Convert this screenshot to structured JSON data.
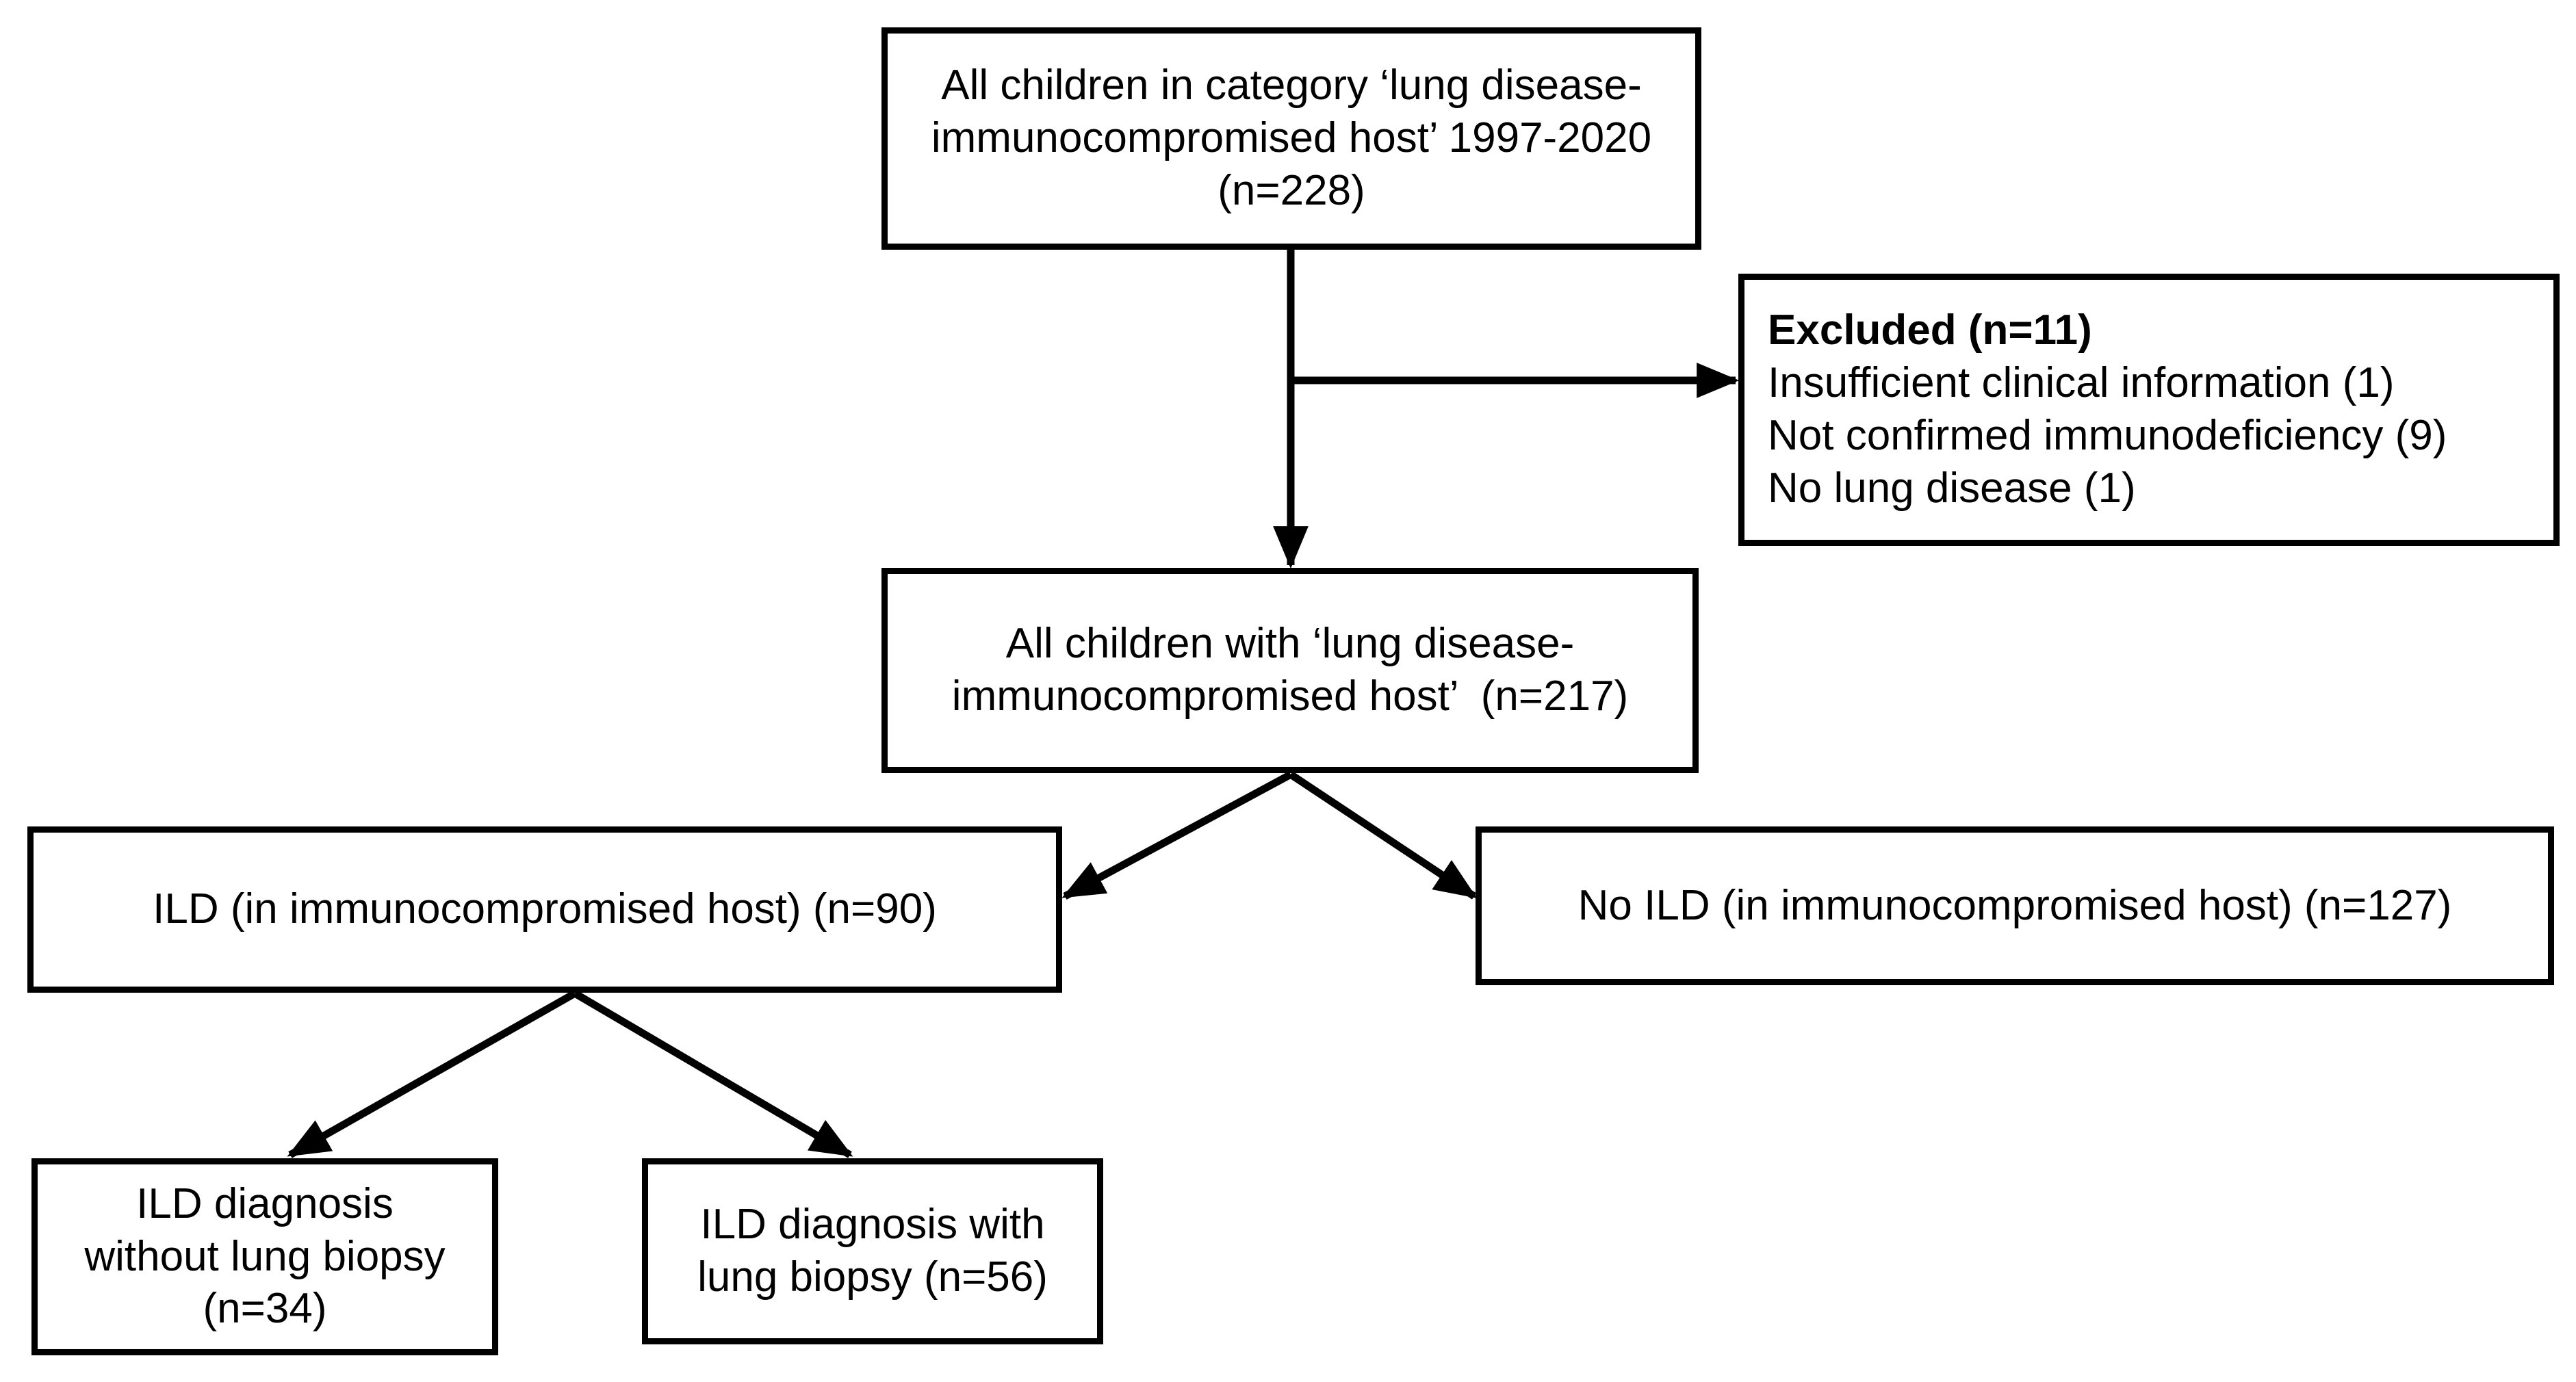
{
  "colors": {
    "background": "#ffffff",
    "line": "#000000",
    "text": "#000000"
  },
  "boxes": {
    "top": {
      "text": "All children in category ‘lung disease-\nimmunocompromised host’ 1997-2020\n(n=228)"
    },
    "excluded": {
      "title": "Excluded (n=11)",
      "items": [
        "Insufficient clinical information (1)",
        "Not confirmed immunodeficiency (9)",
        "No lung disease (1)"
      ]
    },
    "included": {
      "text": "All children with ‘lung disease-\nimmunocompromised host’  (n=217)"
    },
    "ild": {
      "text": "ILD (in immunocompromised host) (n=90)"
    },
    "no_ild": {
      "text": "No ILD (in immunocompromised host) (n=127)"
    },
    "ild_no_biopsy": {
      "text": "ILD diagnosis\nwithout lung biopsy\n(n=34)"
    },
    "ild_biopsy": {
      "text": "ILD diagnosis with\nlung biopsy (n=56)"
    }
  }
}
